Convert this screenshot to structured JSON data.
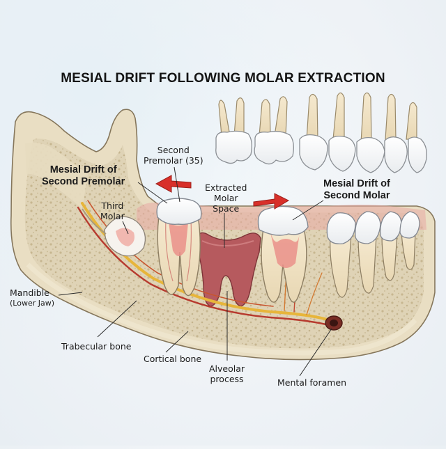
{
  "title": "MESIAL DRIFT FOLLOWING MOLAR EXTRACTION",
  "labels": {
    "mesial_drift_premolar": [
      "Mesial Drift of",
      "Second Premolar"
    ],
    "second_premolar": [
      "Second",
      "Premolar (35)"
    ],
    "extracted_space": [
      "Extracted",
      "Molar",
      "Space"
    ],
    "mesial_drift_molar": [
      "Mesial Drift of",
      "Second Molar"
    ],
    "third_molar": [
      "Third",
      "Molar"
    ],
    "mandible": "Mandible",
    "lower_jaw": "(Lower Jaw)",
    "trabecular_bone": "Trabecular bone",
    "cortical_bone": "Cortical bone",
    "alveolar_process": [
      "Alveolar",
      "process"
    ],
    "mental_foramen": "Mental foramen"
  },
  "colors": {
    "bone": "#eadfc6",
    "bone_edge": "#8c7d62",
    "trabecular": "#dccfb0",
    "gum": "#e8a5a0",
    "socket": "#b65a5e",
    "pulp": "#e88e85",
    "nerve_yellow": "#e7b53a",
    "nerve_red": "#b73a2e",
    "arrow": "#d8302a"
  }
}
